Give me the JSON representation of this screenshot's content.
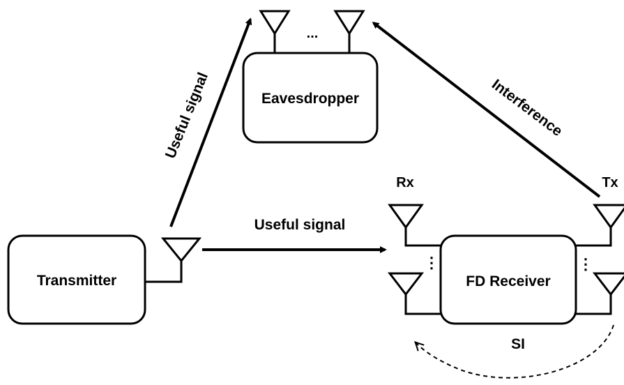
{
  "labels": {
    "transmitter": "Transmitter",
    "eavesdropper": "Eavesdropper",
    "fd_receiver": "FD Receiver",
    "rx": "Rx",
    "tx": "Tx",
    "useful_signal_diag": "Useful signal",
    "useful_signal_horiz": "Useful signal",
    "interference": "Interference",
    "si": "SI",
    "eve_antenna_ellipsis": "...",
    "rx_ellipsis": "⋮",
    "tx_ellipsis": "⋮"
  },
  "icons": [
    "antenna-icon"
  ]
}
